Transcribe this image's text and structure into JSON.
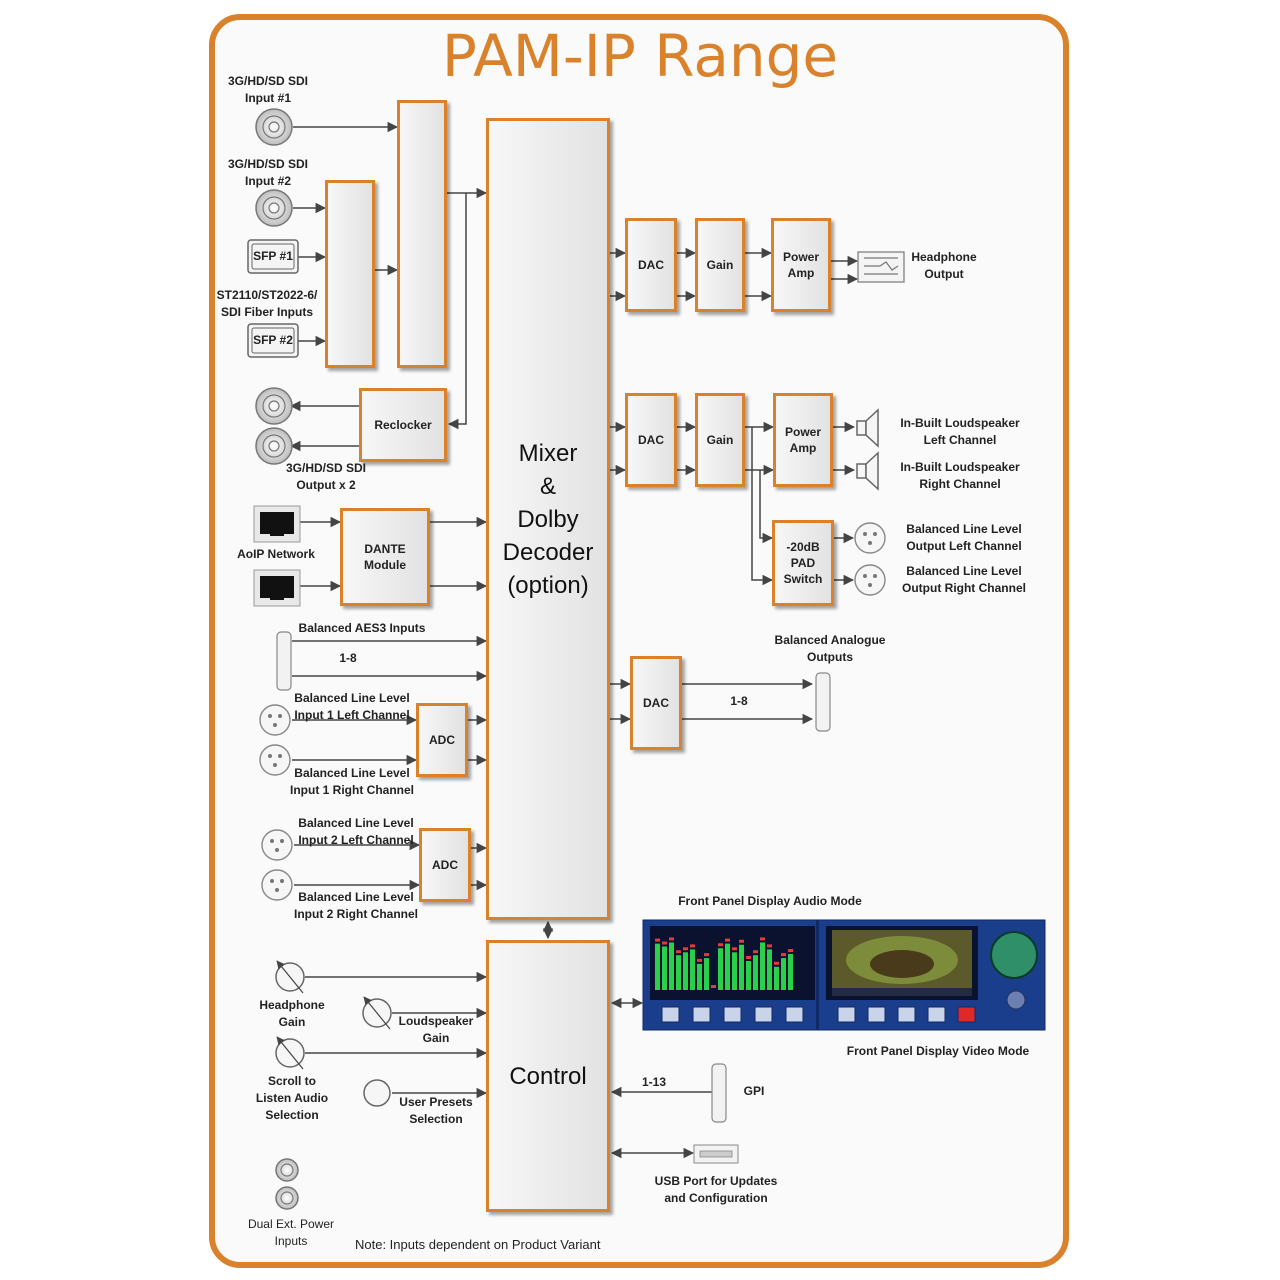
{
  "title": "PAM-IP Range",
  "blocks": {
    "mixer": "Mixer\n&\nDolby\nDecoder\n(option)",
    "control": "Control",
    "reclocker": "Reclocker",
    "dante": "DANTE\nModule",
    "dac_headphone": "DAC",
    "gain_headphone": "Gain",
    "amp_headphone": "Power\nAmp",
    "dac_speaker": "DAC",
    "gain_speaker": "Gain",
    "amp_speaker": "Power\nAmp",
    "pad_switch": "-20dB\nPAD\nSwitch",
    "dac_analogue": "DAC",
    "adc_1": "ADC",
    "adc_2": "ADC"
  },
  "labels": {
    "sdi_in1": "3G/HD/SD SDI\nInput #1",
    "sdi_in2": "3G/HD/SD SDI\nInput #2",
    "sfp1": "SFP #1",
    "sfp2": "SFP #2",
    "fiber_inputs": "ST2110/ST2022-6/\nSDI Fiber Inputs",
    "sdi_out": "3G/HD/SD SDI\nOutput x 2",
    "aoip": "AoIP Network",
    "aes3": "Balanced AES3 Inputs",
    "aes3_range": "1-8",
    "line_in1_left": "Balanced Line Level\nInput 1 Left Channel",
    "line_in1_right": "Balanced Line Level\nInput 1 Right Channel",
    "line_in2_left": "Balanced Line Level\nInput 2 Left Channel",
    "line_in2_right": "Balanced Line Level\nInput 2 Right Channel",
    "headphone_out": "Headphone\nOutput",
    "speaker_left": "In-Built Loudspeaker\nLeft Channel",
    "speaker_right": "In-Built Loudspeaker\nRight Channel",
    "line_out_left": "Balanced Line Level\nOutput Left Channel",
    "line_out_right": "Balanced Line Level\nOutput Right Channel",
    "analogue_out": "Balanced Analogue\nOutputs",
    "analogue_range": "1-8",
    "fp_audio": "Front Panel Display Audio Mode",
    "fp_video": "Front Panel Display Video Mode",
    "headphone_gain": "Headphone\nGain",
    "loudspeaker_gain": "Loudspeaker\nGain",
    "scroll_listen": "Scroll to\nListen Audio\nSelection",
    "user_presets": "User Presets\nSelection",
    "gpi": "GPI",
    "gpi_range": "1-13",
    "usb": "USB Port for Updates\nand Configuration",
    "power": "Dual Ext. Power\nInputs"
  },
  "note": "Note: Inputs dependent on Product Variant",
  "colors": {
    "accent": "#d9822b",
    "line": "#444444",
    "panel": "#1b3e8c"
  }
}
